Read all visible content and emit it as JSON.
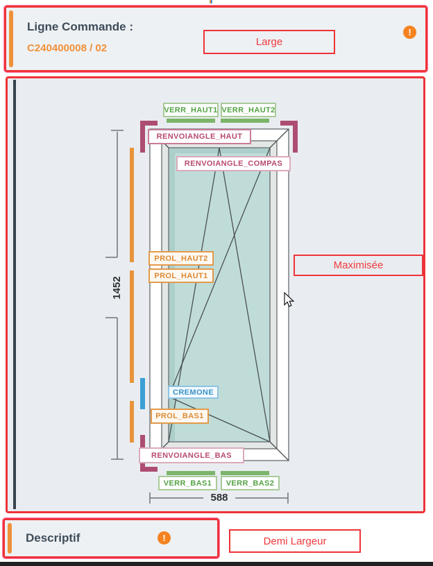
{
  "header": {
    "title": "Ligne Commande :",
    "order_number": "C240400008 / 02",
    "alert": "!",
    "size_annotation": "Large"
  },
  "drawing": {
    "size_annotation": "Maximisée",
    "height_dim": "1452",
    "width_dim": "588",
    "labels": {
      "verr_haut1": "VERR_HAUT1",
      "verr_haut2": "VERR_HAUT2",
      "renvoiangle_haut": "RENVOIANGLE_HAUT",
      "renvoiangle_compas": "RENVOIANGLE_COMPAS",
      "prol_haut2": "PROL_HAUT2",
      "prol_haut1": "PROL_HAUT1",
      "cremone": "CREMONE",
      "prol_bas1": "PROL_BAS1",
      "renvoiangle_bas": "RENVOIANGLE_BAS",
      "verr_bas1": "VERR_BAS1",
      "verr_bas2": "VERR_BAS2"
    }
  },
  "footer": {
    "title": "Descriptif",
    "alert": "!",
    "size_annotation": "Demi Largeur"
  },
  "colors": {
    "annotation_red": "#ee3338",
    "accent_orange": "#f0913a",
    "alert_orange": "#f58220",
    "hardware_green": "#7cb56a",
    "hardware_pink": "#ad4d72",
    "hardware_blue": "#3d9fd6",
    "glass_teal": "#bfdcd9",
    "panel_bg": "#e9edf1",
    "title_text": "#3f4d5a"
  }
}
